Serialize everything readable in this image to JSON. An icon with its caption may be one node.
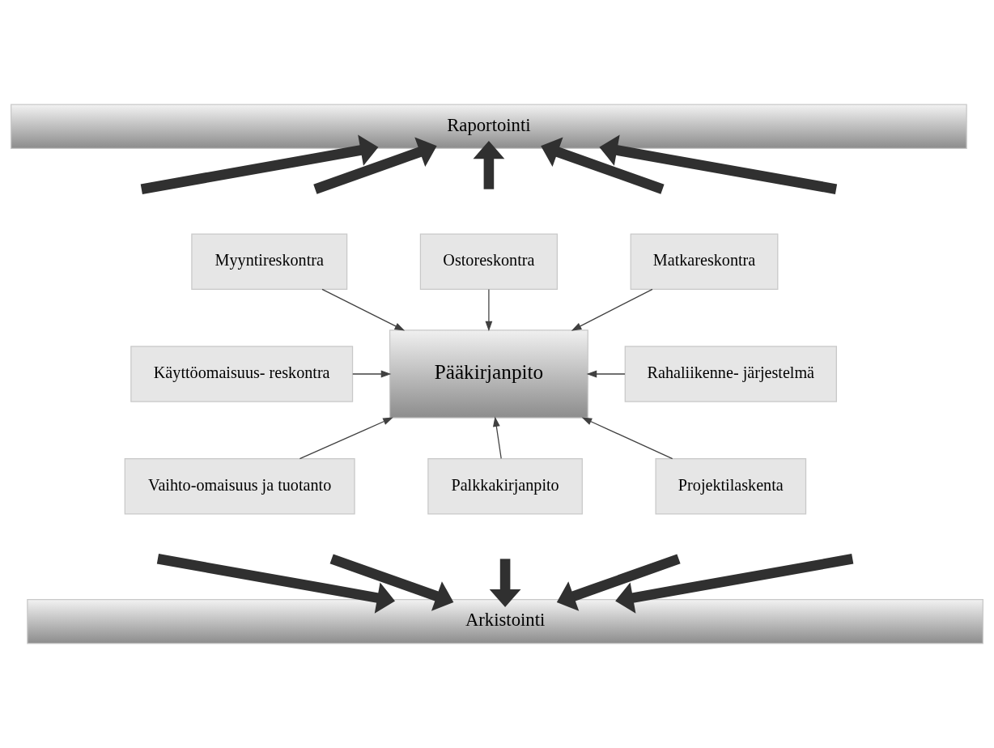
{
  "diagram": {
    "nodes": [
      {
        "text": [
          "Raportointi"
        ]
      },
      {
        "text": [
          "Myyntireskontra"
        ]
      },
      {
        "text": [
          "Ostoreskontra"
        ]
      },
      {
        "text": [
          "Matkareskontra"
        ]
      },
      {
        "text": [
          "Käyttöomaisuus- reskontra"
        ]
      },
      {
        "text": [
          "Pääkirjanpito"
        ]
      },
      {
        "text": [
          "Rahaliikenne- järjestelmä"
        ]
      },
      {
        "text": [
          "Vaihto-omaisuus ja tuotanto"
        ]
      },
      {
        "text": [
          "Palkkakirjanpito"
        ]
      },
      {
        "text": [
          "Projektilaskenta"
        ]
      },
      {
        "text": [
          "Arkistointi"
        ]
      }
    ],
    "edges": [
      {
        "from": 1,
        "to": 5,
        "arrow": "to"
      },
      {
        "from": 2,
        "to": 5,
        "arrow": "to"
      },
      {
        "from": 3,
        "to": 5,
        "arrow": "to"
      },
      {
        "from": 4,
        "to": 5,
        "arrow": "to"
      },
      {
        "from": 6,
        "to": 5,
        "arrow": "to"
      },
      {
        "from": 7,
        "to": 5,
        "arrow": "to"
      },
      {
        "from": 8,
        "to": 5,
        "arrow": "to"
      },
      {
        "from": 9,
        "to": 5,
        "arrow": "to"
      },
      {
        "from": null,
        "to": 0,
        "arrow": "to"
      },
      {
        "from": null,
        "to": 0,
        "arrow": "to"
      },
      {
        "from": null,
        "to": 0,
        "arrow": "to"
      },
      {
        "from": null,
        "to": 0,
        "arrow": "to"
      },
      {
        "from": null,
        "to": 0,
        "arrow": "to"
      },
      {
        "from": null,
        "to": 10,
        "arrow": "to"
      },
      {
        "from": null,
        "to": 10,
        "arrow": "to"
      },
      {
        "from": null,
        "to": 10,
        "arrow": "to"
      },
      {
        "from": null,
        "to": 10,
        "arrow": "to"
      },
      {
        "from": null,
        "to": 10,
        "arrow": "to"
      }
    ]
  }
}
